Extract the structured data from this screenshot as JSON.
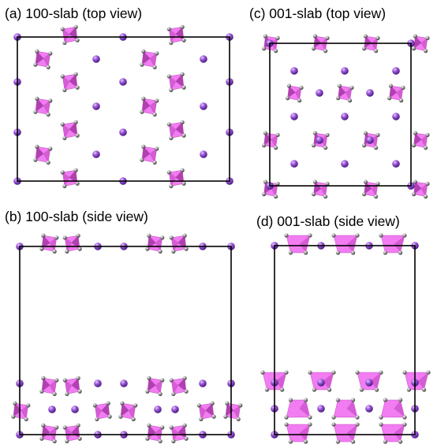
{
  "figure": {
    "panels": [
      {
        "id": "a",
        "title": "(a) 100-slab (top view)"
      },
      {
        "id": "b",
        "title": "(b) 100-slab (side view)"
      },
      {
        "id": "c",
        "title": "(c) 001-slab (top view)"
      },
      {
        "id": "d",
        "title": "(d) 001-slab (side view)"
      }
    ],
    "colors": {
      "polyhedron_light": "#f27cf2",
      "polyhedron_mid": "#d65cd6",
      "polyhedron_dark": "#b040b0",
      "cation_sphere": "#9a55d8",
      "anion_sphere": "#8a8a8a",
      "cell_outline": "#000000"
    }
  }
}
